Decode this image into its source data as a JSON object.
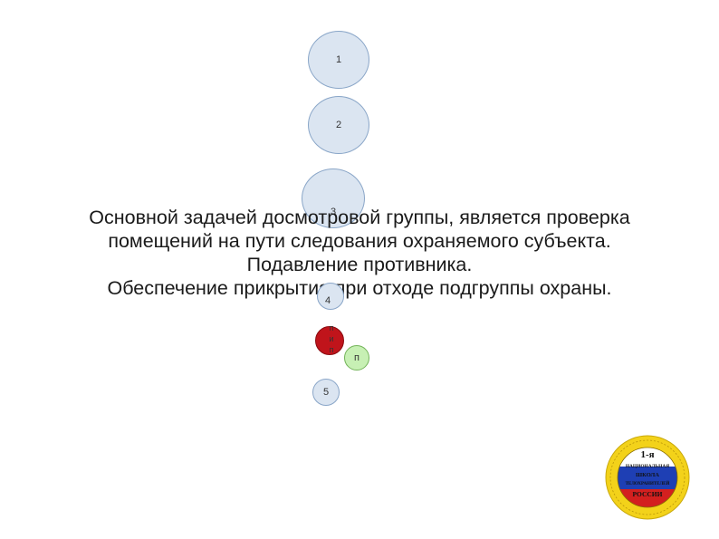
{
  "circles": {
    "c1": "1",
    "c2": "2",
    "c3": "3",
    "c4": "4",
    "c5": "5",
    "green": "п",
    "red_letters": [
      "п",
      "и",
      "п"
    ]
  },
  "text": {
    "lines": [
      "Основной задачей досмотровой группы, является проверка",
      "помещений на пути следования охраняемого субъекта.",
      "Подавление противника.",
      "Обеспечение прикрытия при отходе подгруппы охраны."
    ]
  },
  "logo": {
    "lines": [
      "1-я",
      "НАЦИОНАЛЬНАЯ",
      "ШКОЛА",
      "ТЕЛОХРАНИТЕЛЕЙ",
      "РОССИИ"
    ],
    "colors": {
      "ring": "#f3d21a",
      "white": "#ffffff",
      "blue": "#1e3fb4",
      "red": "#d3201f"
    }
  }
}
